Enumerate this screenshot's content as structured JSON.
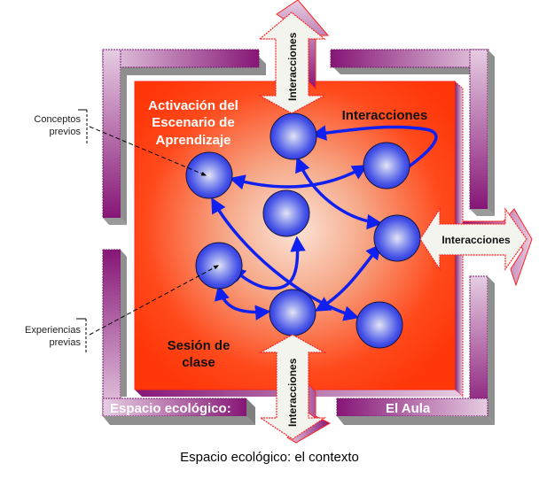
{
  "title": "Espacio ecológico: el contexto",
  "colors": {
    "classroom_red": "#ff3a10",
    "classroom_center": "#f8d8c8",
    "frame_purple": "#8a1a7a",
    "frame_light": "#e8d0e4",
    "frame_gray": "#8f8f8f",
    "node_blue": "#3344ee",
    "arrow_blue": "#1020f0",
    "arrow_fill": "#f4f4ee",
    "arrow_border": "#ff2020"
  },
  "classroom": {
    "heading": [
      "Activación del",
      "Escenario de",
      "Aprendizaje"
    ],
    "interactions_label": "Interacciones",
    "session_label": [
      "Sesión de",
      "clase"
    ]
  },
  "frame": {
    "left_label": "Espacio ecológico:",
    "right_label": "El Aula"
  },
  "external_arrows": {
    "top": "Interacciones",
    "right": "Interacciones",
    "bottom": "Interacciones"
  },
  "annotations": {
    "concepts": [
      "Conceptos",
      "previos"
    ],
    "experiences": [
      "Experiencias",
      "previas"
    ]
  },
  "nodes": [
    {
      "id": "n-top"
    },
    {
      "id": "n-upper-right"
    },
    {
      "id": "n-left-upper"
    },
    {
      "id": "n-center"
    },
    {
      "id": "n-right"
    },
    {
      "id": "n-left-lower"
    },
    {
      "id": "n-bottom"
    },
    {
      "id": "n-bottom-right"
    }
  ]
}
